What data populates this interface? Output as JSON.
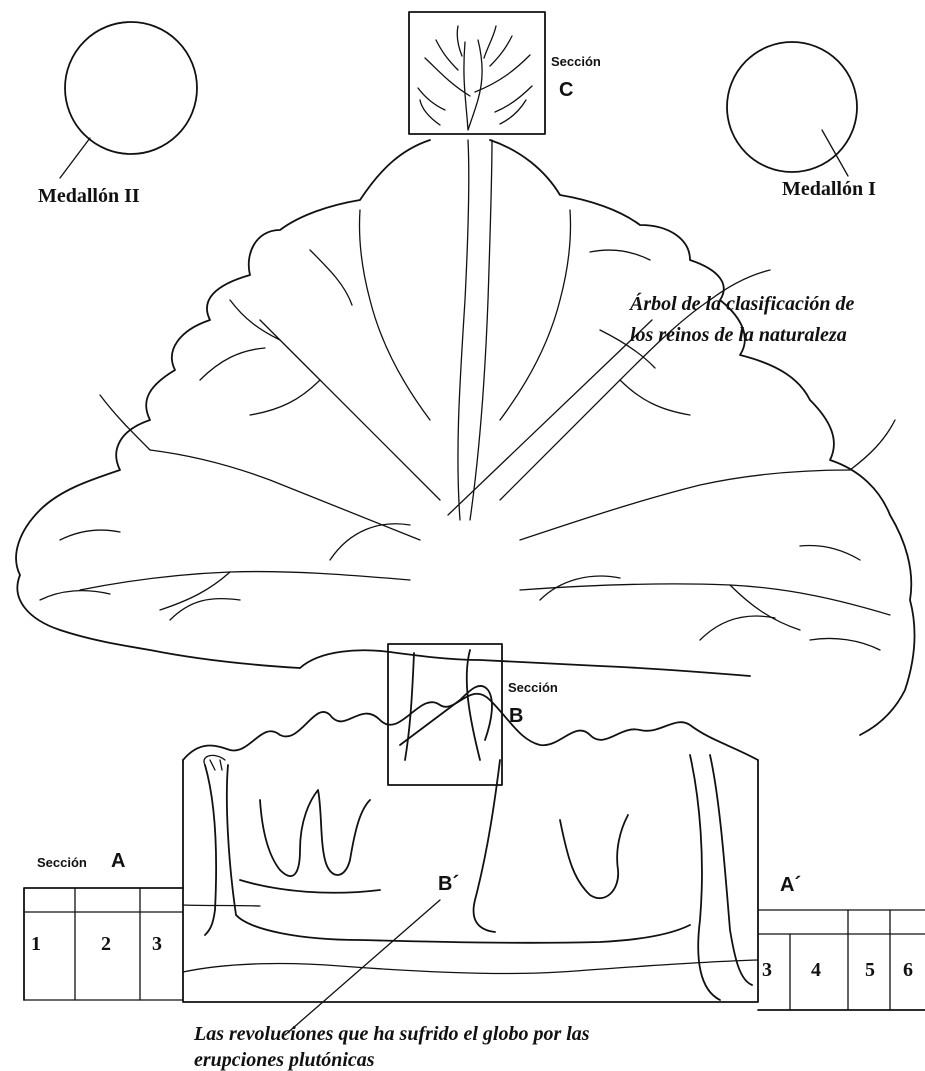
{
  "medallions": {
    "left": "Medallón II",
    "right": "Medallón I"
  },
  "sections": {
    "c": {
      "word": "Sección",
      "letter": "C"
    },
    "b": {
      "word": "Sección",
      "letter": "B"
    },
    "a": {
      "word": "Sección",
      "letter": "A"
    }
  },
  "markers": {
    "b_prime": "B´",
    "a_prime": "A´"
  },
  "tree_caption": {
    "line1": "Árbol de la clasificación de",
    "line2": "los reinos de la naturaleza"
  },
  "globe_caption": {
    "line1": "Las revoluciones que ha sufrido el globo por las",
    "line2": "erupciones plutónicas"
  },
  "left_strata_numbers": [
    "1",
    "2",
    "3"
  ],
  "right_strata_numbers": [
    "3",
    "4",
    "5",
    "6"
  ]
}
